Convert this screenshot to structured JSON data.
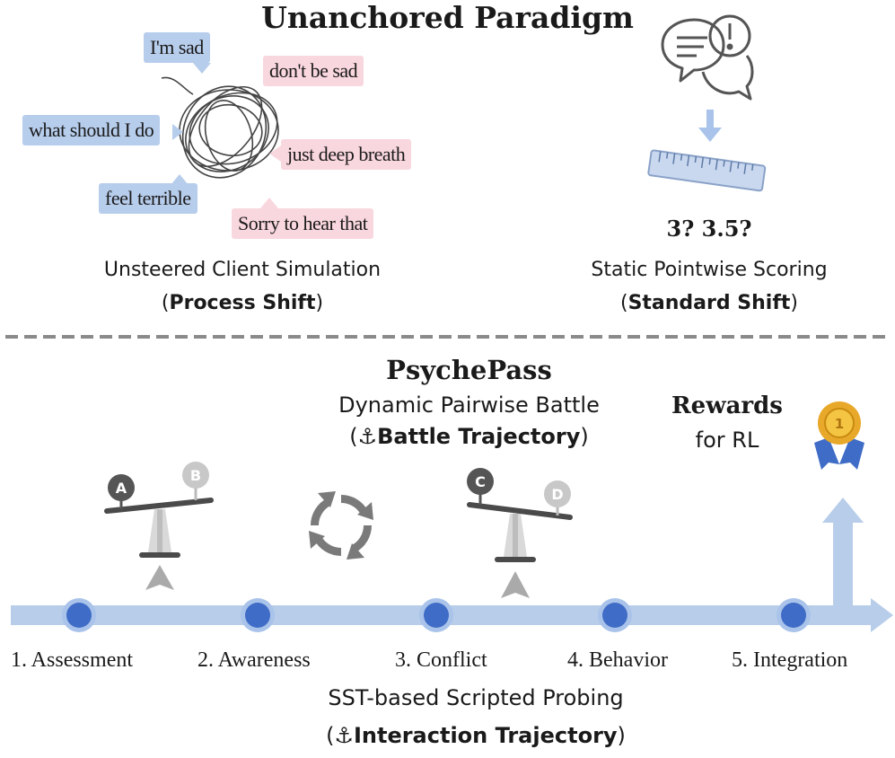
{
  "top": {
    "title": "Unanchored Paradigm",
    "left_bubbles": [
      "I'm sad",
      "what should I do",
      "feel terrible"
    ],
    "right_bubbles": [
      "don't be sad",
      "just deep breath",
      "Sorry to hear that"
    ],
    "left_caption_line1": "Unsteered Client Simulation",
    "left_caption_open": "(",
    "left_caption_bold": "Process Shift",
    "left_caption_close": ")",
    "score_text": "3? 3.5?",
    "right_caption_line1": "Static Pointwise Scoring",
    "right_caption_open": "(",
    "right_caption_bold": "Standard Shift",
    "right_caption_close": ")"
  },
  "bottom": {
    "title": "PsychePass",
    "subtitle": "Dynamic Pairwise Battle",
    "battle_open": "(",
    "anchor": "⚓",
    "battle_bold": "Battle Trajectory",
    "battle_close": ")",
    "rewards_bold": "Rewards",
    "rewards_rest": "for RL",
    "medal_number": "1",
    "scale1": {
      "left": "A",
      "right": "B"
    },
    "scale2": {
      "left": "C",
      "right": "D"
    },
    "stages": [
      "1. Assessment",
      "2. Awareness",
      "3. Conflict",
      "4. Behavior",
      "5. Integration"
    ],
    "footer_line1": "SST-based Scripted Probing",
    "footer_open": "(",
    "footer_bold": "Interaction Trajectory",
    "footer_close": ")"
  },
  "colors": {
    "bubble_blue": "#b7cdec",
    "bubble_pink": "#f9d7de",
    "timeline": "#b7cde9",
    "node": "#3f6cc6",
    "divider": "#8a8a8a"
  }
}
